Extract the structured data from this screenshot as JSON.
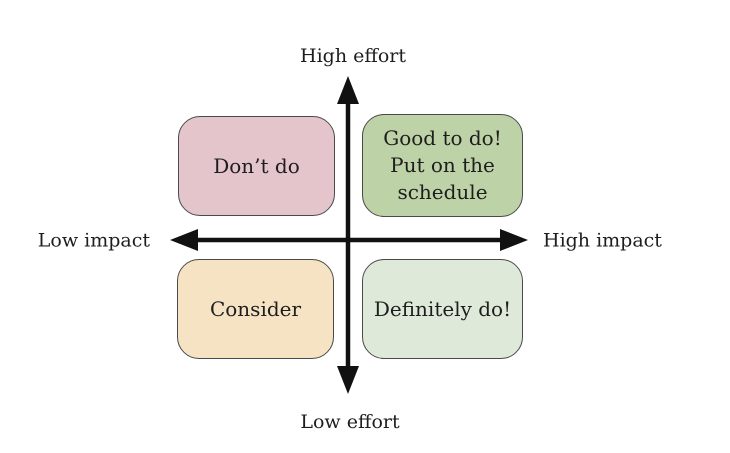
{
  "diagram": {
    "title": "impact-effort-priority-matrix",
    "axes": {
      "top_label": "High effort",
      "bottom_label": "Low effort",
      "left_label": "Low impact",
      "right_label": "High impact",
      "line_color": "#111111"
    },
    "quadrants": {
      "top_left": {
        "label": "Don’t do",
        "fill": "#e5c5cc"
      },
      "top_right": {
        "label": "Good to do!\nPut on the\nschedule",
        "fill": "#bed2a7"
      },
      "bottom_left": {
        "label": "Consider",
        "fill": "#f5e3c3"
      },
      "bottom_right": {
        "label": "Definitely do!",
        "fill": "#dfe9da"
      }
    }
  }
}
